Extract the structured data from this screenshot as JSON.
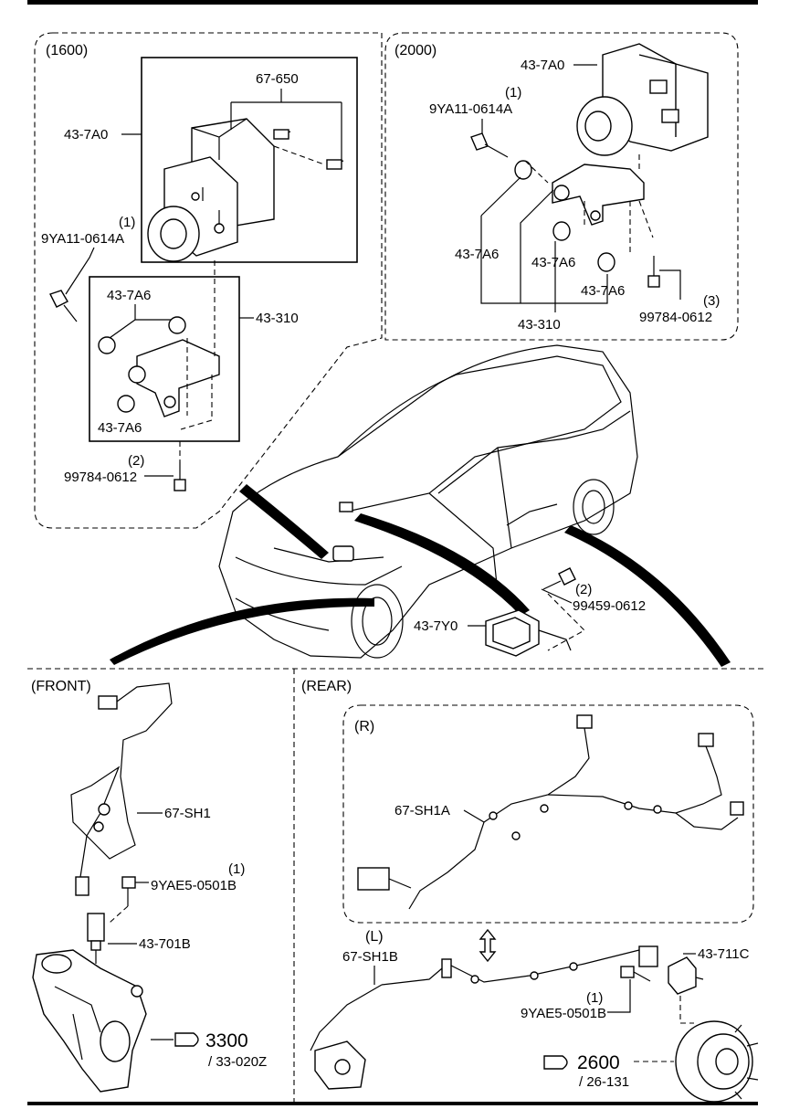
{
  "sections": {
    "abs_1600": "(1600)",
    "abs_2000": "(2000)",
    "front": "(FRONT)",
    "rear": "(REAR)",
    "rear_right": "(R)",
    "rear_left": "(L)"
  },
  "parts_1600": {
    "unit": "43-7A0",
    "stud": "67-650",
    "bolt_qty": "(1)",
    "bolt": "9YA11-0614A",
    "insulator_top": "43-7A6",
    "insulator_bottom": "43-7A6",
    "bracket": "43-310",
    "bolt2_qty": "(2)",
    "bolt2": "99784-0612"
  },
  "parts_2000": {
    "unit": "43-7A0",
    "bolt_qty": "(1)",
    "bolt": "9YA11-0614A",
    "insulator_a": "43-7A6",
    "insulator_b": "43-7A6",
    "insulator_c": "43-7A6",
    "bracket": "43-310",
    "bolt3_qty": "(3)",
    "bolt3": "99784-0612"
  },
  "center": {
    "bolt_qty": "(2)",
    "bolt": "99459-0612",
    "sensor": "43-7Y0"
  },
  "front": {
    "harness": "67-SH1",
    "bolt_qty": "(1)",
    "bolt": "9YAE5-0501B",
    "sensor": "43-701B",
    "ref_num": "3300",
    "ref_sub": "/ 33-020Z"
  },
  "rear": {
    "harness_r": "67-SH1A",
    "harness_l": "67-SH1B",
    "sensor": "43-711C",
    "bolt_qty": "(1)",
    "bolt": "9YAE5-0501B",
    "ref_num": "2600",
    "ref_sub": "/ 26-131"
  }
}
